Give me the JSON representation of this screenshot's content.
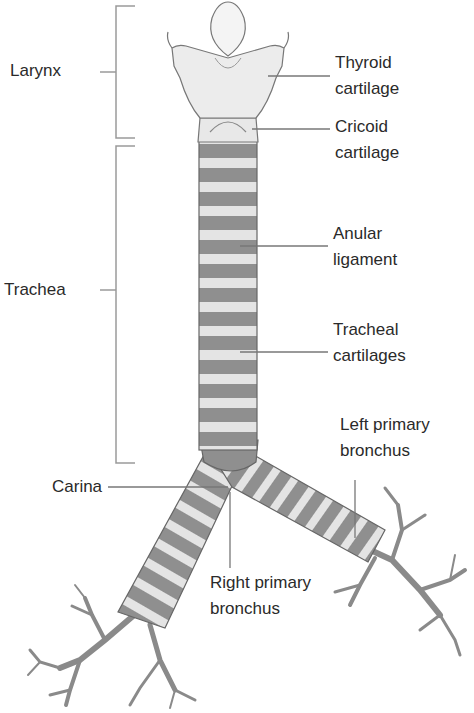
{
  "diagram": {
    "labels": [
      "Larynx",
      "Thyroid cartilage",
      "Cricoid cartilage",
      "Anular ligament",
      "Tracheal cartilages",
      "Trachea",
      "Left primary bronchus",
      "Carina",
      "Right primary bronchus"
    ]
  }
}
